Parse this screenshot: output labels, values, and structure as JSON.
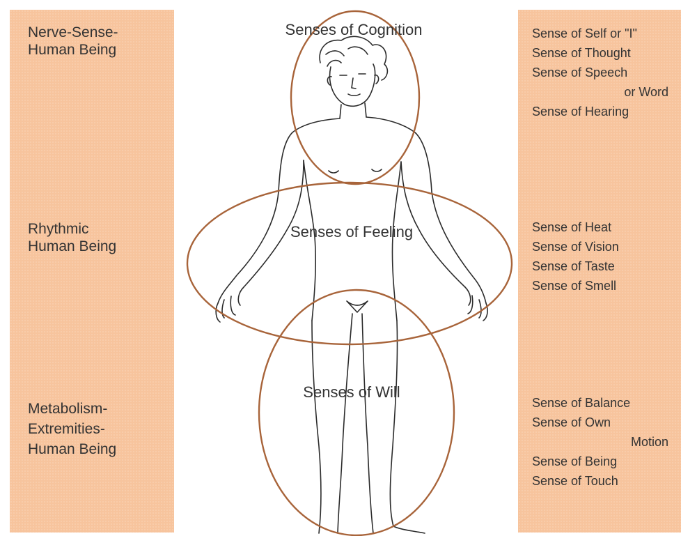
{
  "left_panel": {
    "groups": [
      {
        "lines": [
          "Nerve-Sense-",
          "Human Being"
        ]
      },
      {
        "lines": [
          "Rhythmic",
          "Human Being"
        ]
      },
      {
        "lines": [
          "Metabolism-",
          "Extremities-",
          "Human Being"
        ]
      }
    ]
  },
  "diagram": {
    "zones": [
      {
        "label": "Senses of Cognition"
      },
      {
        "label": "Senses of Feeling"
      },
      {
        "label": "Senses of Will"
      }
    ],
    "ellipse_color": "#a8643a",
    "panel_color": "#f7c49d"
  },
  "right_panel": {
    "groups": [
      {
        "lines": [
          "Sense of Self or \"I\"",
          "Sense of Thought",
          "Sense of Speech",
          "or Word",
          "Sense of Hearing"
        ]
      },
      {
        "lines": [
          "Sense of Heat",
          "Sense of Vision",
          "Sense of Taste",
          "Sense of Smell"
        ]
      },
      {
        "lines": [
          "Sense of Balance",
          "Sense of Own",
          "Motion",
          "Sense of Being",
          "Sense of Touch"
        ]
      }
    ]
  }
}
